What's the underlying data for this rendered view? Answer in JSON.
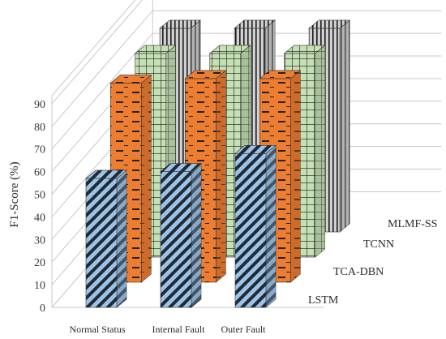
{
  "chart_data": {
    "type": "bar",
    "ylabel": "F1-Score (%)",
    "ylim": [
      0,
      90
    ],
    "yticks": [
      0,
      10,
      20,
      30,
      40,
      50,
      60,
      70,
      80,
      90
    ],
    "categories": [
      "Normal Status",
      "Internal Fault",
      "Outer Fault"
    ],
    "series": [
      {
        "name": "LSTM",
        "values": [
          57,
          60,
          68
        ],
        "color": "#9dc3e6",
        "pattern": "diagonal-stripes"
      },
      {
        "name": "TCA-DBN",
        "values": [
          88,
          90,
          91
        ],
        "color": "#ed7d31",
        "pattern": "dashes"
      },
      {
        "name": "TCNN",
        "values": [
          93,
          94,
          95
        ],
        "color": "#c5e0b4",
        "pattern": "grid"
      },
      {
        "name": "MLMF-SS",
        "values": [
          97,
          99,
          98
        ],
        "color": "#d0d0d0",
        "pattern": "vertical-lines"
      }
    ],
    "grid": true
  }
}
